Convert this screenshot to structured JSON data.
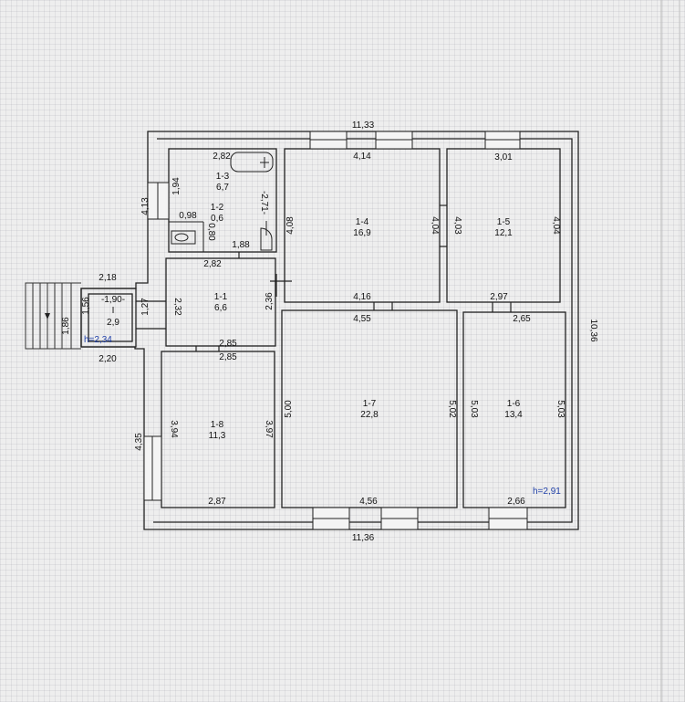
{
  "colors": {
    "paper": "#eeeeee",
    "line": "#222222",
    "height_text": "#1f3fa8",
    "room_id_1_3": "#b03030"
  },
  "overall": {
    "top": "11,33",
    "bottom": "11,36",
    "right": "10,36"
  },
  "rooms": [
    {
      "key": "r13",
      "id": "1-3",
      "area": "6,7"
    },
    {
      "key": "r12",
      "id": "1-2",
      "area": "0,6"
    },
    {
      "key": "r11",
      "id": "1-1",
      "area": "6,6"
    },
    {
      "key": "r14",
      "id": "1-4",
      "area": "16,9"
    },
    {
      "key": "r15",
      "id": "1-5",
      "area": "12,1"
    },
    {
      "key": "r17",
      "id": "1-7",
      "area": "22,8"
    },
    {
      "key": "r16",
      "id": "1-6",
      "area": "13,4"
    },
    {
      "key": "r18",
      "id": "1-8",
      "area": "11,3"
    },
    {
      "key": "rporch",
      "id": "I",
      "area": "2,9"
    }
  ],
  "heights": {
    "porch": "h=2,34",
    "main": "h=2,91"
  },
  "dims": {
    "d282_top": "2,82",
    "d194": "1,94",
    "d413": "4,13",
    "d271": "-2,71-",
    "d098": "0,98",
    "d080": "0,80",
    "d188": "1,88",
    "d282_mid": "2,82",
    "d218": "2,18",
    "d156": "1,56",
    "d190": "-1,90-",
    "d127": "1,27",
    "d232": "2,32",
    "d186": "1,86",
    "d220": "2,20",
    "d236": "2,36",
    "d285a": "2,85",
    "d285b": "2,85",
    "d414": "4,14",
    "d408": "4,08",
    "d404a": "4,04",
    "d416": "4,16",
    "d301": "3,01",
    "d403": "4,03",
    "d404b": "4,04",
    "d297": "2,97",
    "d455": "4,55",
    "d500": "5,00",
    "d502": "5,02",
    "d456": "4,56",
    "d265": "2,65",
    "d503a": "5,03",
    "d503b": "5,03",
    "d266": "2,66",
    "d394": "3,94",
    "d397": "3,97",
    "d435": "4,35",
    "d287": "2,87"
  }
}
